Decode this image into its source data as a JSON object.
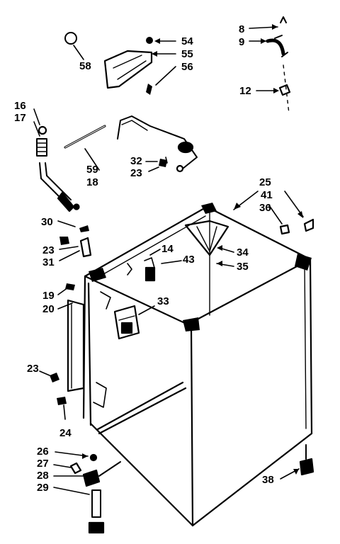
{
  "diagram": {
    "part_labels": [
      "58",
      "54",
      "55",
      "56",
      "8",
      "9",
      "12",
      "16",
      "17",
      "59",
      "18",
      "32",
      "23",
      "25",
      "41",
      "36",
      "30",
      "23",
      "31",
      "14",
      "43",
      "34",
      "35",
      "19",
      "20",
      "33",
      "23",
      "24",
      "26",
      "27",
      "28",
      "29",
      "38"
    ]
  }
}
